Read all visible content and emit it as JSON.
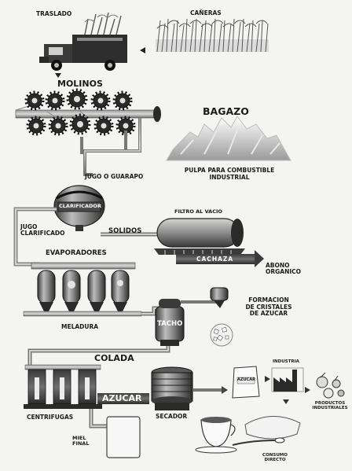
{
  "labels": {
    "traslado": "TRASLADO",
    "caneras": "CAÑERAS",
    "molinos": "MOLINOS",
    "bagazo": "BAGAZO",
    "pulpa": "PULPA PARA COMBUSTIBLE\nINDUSTRIAL",
    "jugo_guarapo": "JUGO O GUARAPO",
    "clarificador": "CLARIFICADOR",
    "filtro": "FILTRO AL VACIO",
    "jugo_clarificado": "JUGO\nCLARIFICADO",
    "solidos": "SOLIDOS",
    "cachaza": "CACHAZA",
    "abono": "ABONO\nORGANICO",
    "evaporadores": "EVAPORADORES",
    "meladura": "MELADURA",
    "tacho": "TACHO",
    "formacion": "FORMACION\nDE CRISTALES\nDE AZUCAR",
    "colada": "COLADA",
    "azucar": "AZUCAR",
    "centrifugas": "CENTRIFUGAS",
    "secador": "SECADOR",
    "miel_final": "MIEL\nFINAL",
    "industria": "INDUSTRIA",
    "azucar_bag": "AZUCAR",
    "productos": "PRODUCTOS\nINDUSTRIALES",
    "consumo": "CONSUMO\nDIRECTO"
  }
}
